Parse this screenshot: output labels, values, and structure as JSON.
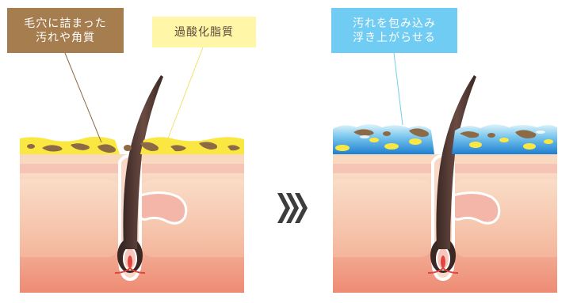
{
  "labels": {
    "clogged_dirt": {
      "lines": [
        "毛穴に詰まった",
        "汚れや角質"
      ]
    },
    "oxidized_sebum": {
      "lines": [
        "過酸化脂質"
      ]
    },
    "wrap_lift": {
      "lines": [
        "汚れを包み込み",
        "浮き上がらせる"
      ]
    }
  },
  "colors": {
    "brown_label_bg": "#A57D4E",
    "yellow_label_bg": "#FFF6A8",
    "blue_label_bg": "#70CCF2",
    "skin_top": "#F8DCC6",
    "skin_bottom": "#EE8B74",
    "sebum_yellow": "#FBE741",
    "dirt_brown": "#8B6A45",
    "foam_blue": "#36A2E2",
    "hair": "#4A342E",
    "arrow_gray": "#3D3D3D"
  },
  "icons": {
    "transition": "triple-chevron-right-icon"
  }
}
